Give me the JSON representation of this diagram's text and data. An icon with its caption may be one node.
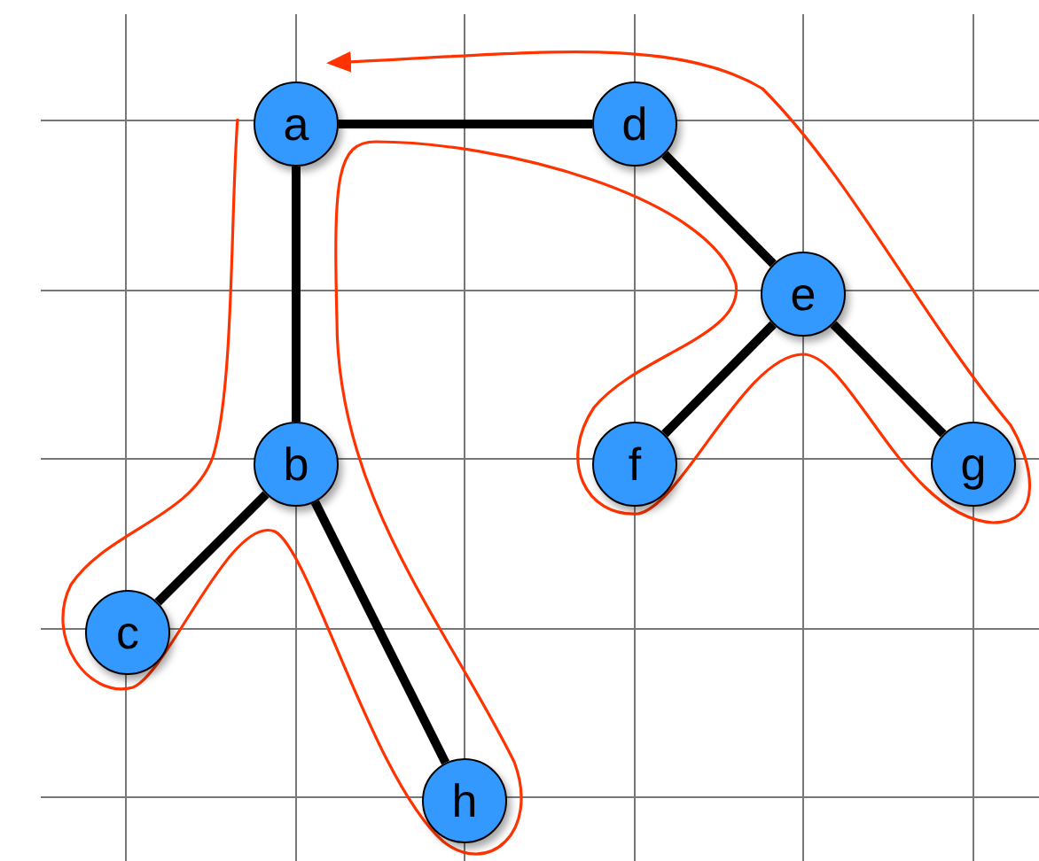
{
  "diagram": {
    "nodes": [
      {
        "text": [
          "a"
        ]
      },
      {
        "text": [
          "d"
        ]
      },
      {
        "text": [
          "e"
        ]
      },
      {
        "text": [
          "b"
        ]
      },
      {
        "text": [
          "f"
        ]
      },
      {
        "text": [
          "g"
        ]
      },
      {
        "text": [
          "c"
        ]
      },
      {
        "text": [
          "h"
        ]
      }
    ],
    "edges": [
      {
        "from": 0,
        "to": 1,
        "arrow": "none"
      },
      {
        "from": 0,
        "to": 3,
        "arrow": "none"
      },
      {
        "from": 1,
        "to": 2,
        "arrow": "none"
      },
      {
        "from": 2,
        "to": 4,
        "arrow": "none"
      },
      {
        "from": 2,
        "to": 5,
        "arrow": "none"
      },
      {
        "from": 3,
        "to": 6,
        "arrow": "none"
      },
      {
        "from": 3,
        "to": 7,
        "arrow": "none"
      }
    ]
  }
}
